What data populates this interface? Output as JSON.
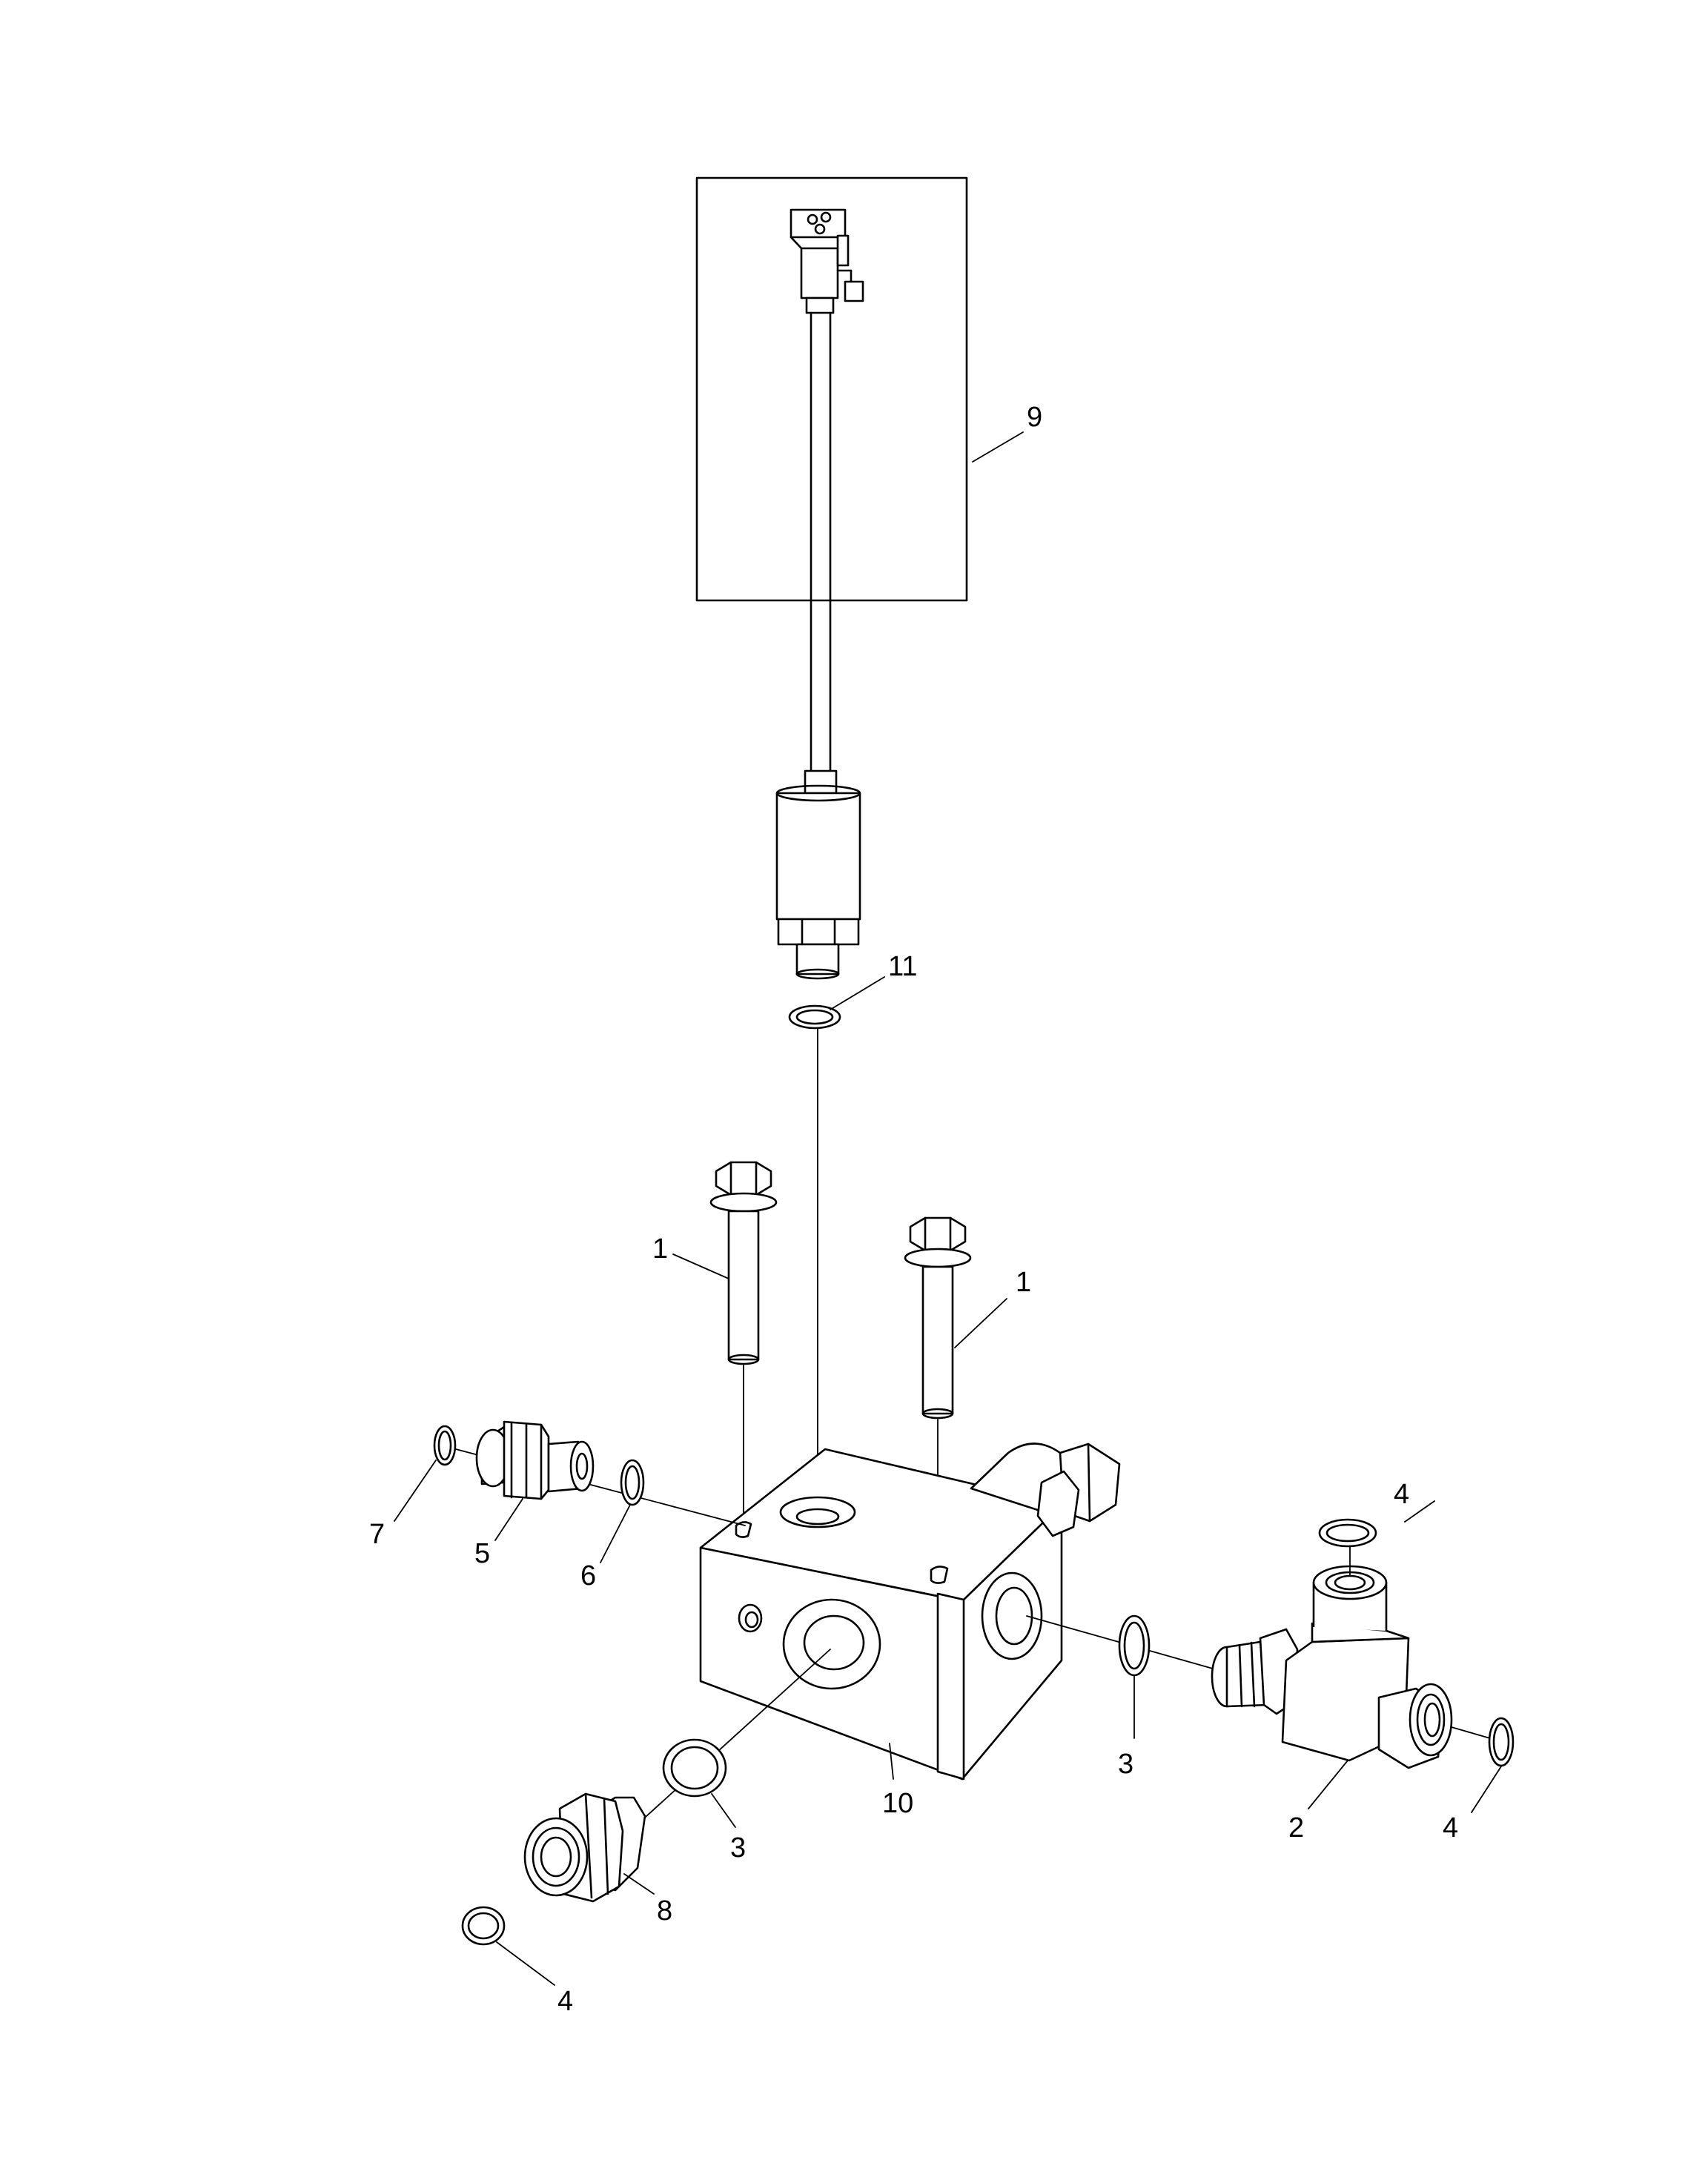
{
  "callouts": {
    "c1a": "1",
    "c1b": "1",
    "c2": "2",
    "c3a": "3",
    "c3b": "3",
    "c4a": "4",
    "c4b": "4",
    "c4c": "4",
    "c5": "5",
    "c6": "6",
    "c7": "7",
    "c8": "8",
    "c9": "9",
    "c10": "10",
    "c11": "11"
  }
}
